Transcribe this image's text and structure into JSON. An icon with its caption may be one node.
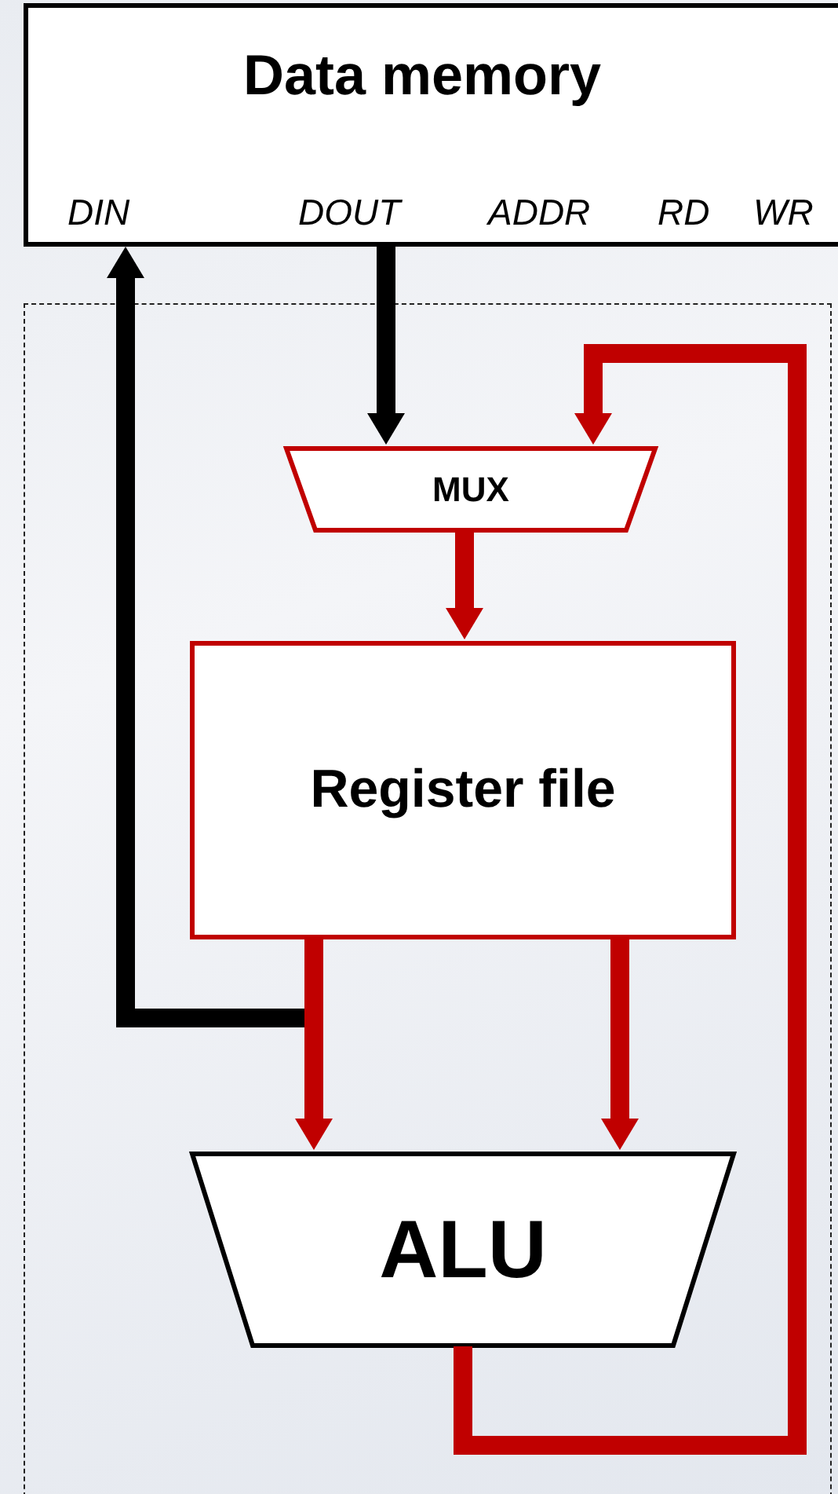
{
  "diagram": {
    "nodes": [
      {
        "text": [
          "Data memory",
          "DIN",
          "DOUT",
          "ADDR",
          "RD",
          "WR"
        ]
      },
      {
        "text": [],
        "shape": "box"
      },
      {
        "text": [
          "MUX"
        ],
        "in": 1
      },
      {
        "text": [
          "Register file"
        ],
        "in": 1
      },
      {
        "text": [
          "ALU"
        ],
        "in": 1
      }
    ],
    "edges": [
      {
        "from": 0,
        "to": 2,
        "arrow": "to",
        "color": "#000000"
      },
      {
        "from": 2,
        "to": 3,
        "arrow": "to"
      },
      {
        "from": 3,
        "to": 4,
        "arrow": "to"
      },
      {
        "from": 3,
        "to": 4,
        "arrow": "to"
      },
      {
        "from": 3,
        "to": 0,
        "arrow": "to",
        "color": "#000000"
      },
      {
        "from": 4,
        "to": 2,
        "arrow": "to"
      }
    ]
  }
}
